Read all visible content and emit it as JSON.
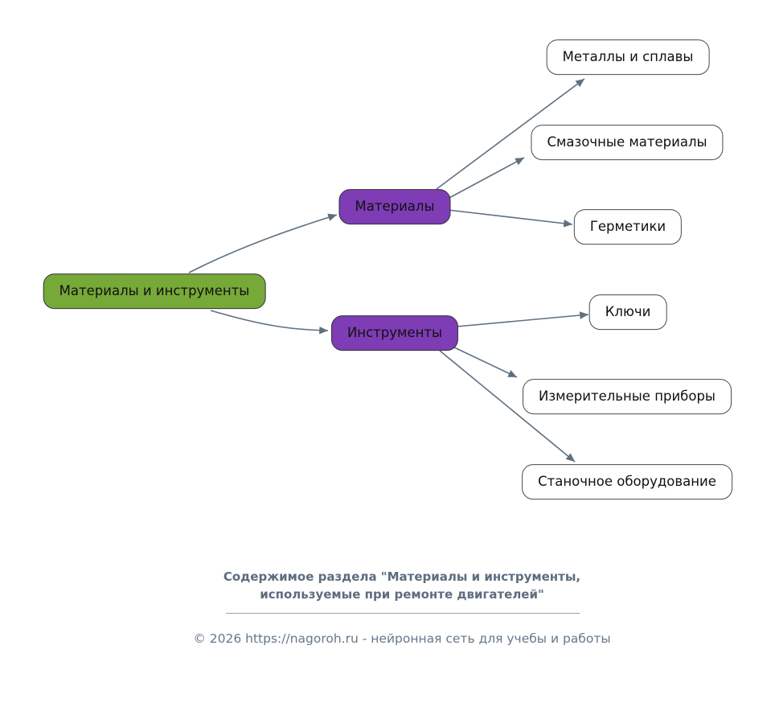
{
  "diagram": {
    "root": {
      "label": "Материалы и инструменты"
    },
    "branches": [
      {
        "label": "Материалы",
        "children": [
          {
            "label": "Металлы и сплавы"
          },
          {
            "label": "Смазочные материалы"
          },
          {
            "label": "Герметики"
          }
        ]
      },
      {
        "label": "Инструменты",
        "children": [
          {
            "label": "Ключи"
          },
          {
            "label": "Измерительные приборы"
          },
          {
            "label": "Станочное оборудование"
          }
        ]
      }
    ],
    "colors": {
      "root_fill": "#77a938",
      "branch_fill": "#7e3cb5",
      "leaf_fill": "#ffffff",
      "node_border": "#333333",
      "leaf_border": "#4a4a4a",
      "arrow": "#5e7080",
      "caption_text": "#5d6d7e"
    }
  },
  "footer": {
    "caption_line1": "Содержимое раздела \"Материалы и инструменты,",
    "caption_line2": "используемые при ремонте двигателей\"",
    "copyright": "© 2026 https://nagoroh.ru - нейронная сеть для учебы и работы"
  }
}
